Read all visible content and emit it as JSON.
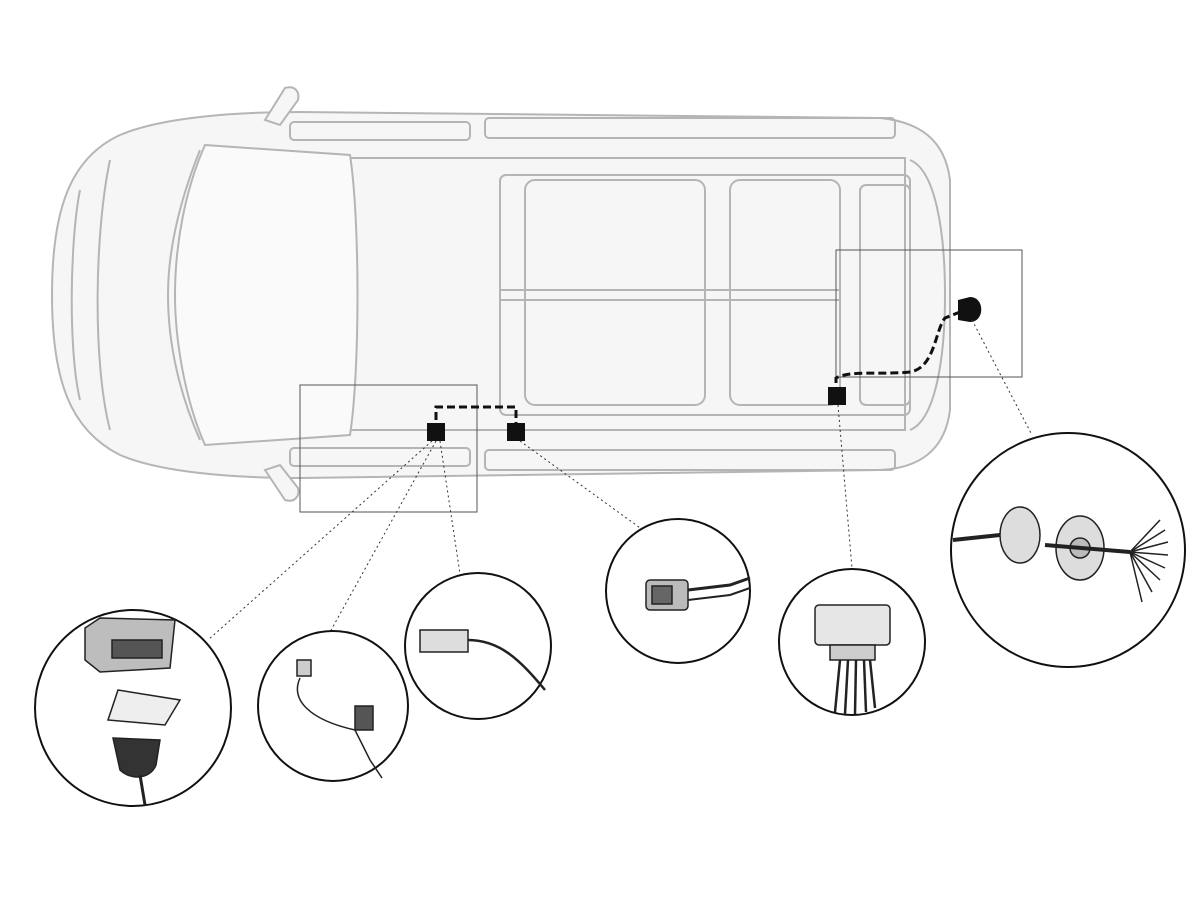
{
  "colors": {
    "background": "#ffffff",
    "vehicle_outline": "#b9b9b9",
    "vehicle_fill": "#f4f4f4",
    "wire": "#111111",
    "callout_line": "#333333",
    "detail_circle": "#111111"
  },
  "components": [
    {
      "id": "control-module",
      "icon": "control-module-icon"
    },
    {
      "id": "small-connector",
      "icon": "connector-icon"
    },
    {
      "id": "plug-connector",
      "icon": "plug-icon"
    },
    {
      "id": "multi-pin-connector",
      "icon": "connector-icon"
    },
    {
      "id": "wide-connector",
      "icon": "connector-icon"
    },
    {
      "id": "socket-harness",
      "icon": "socket-icon"
    }
  ]
}
